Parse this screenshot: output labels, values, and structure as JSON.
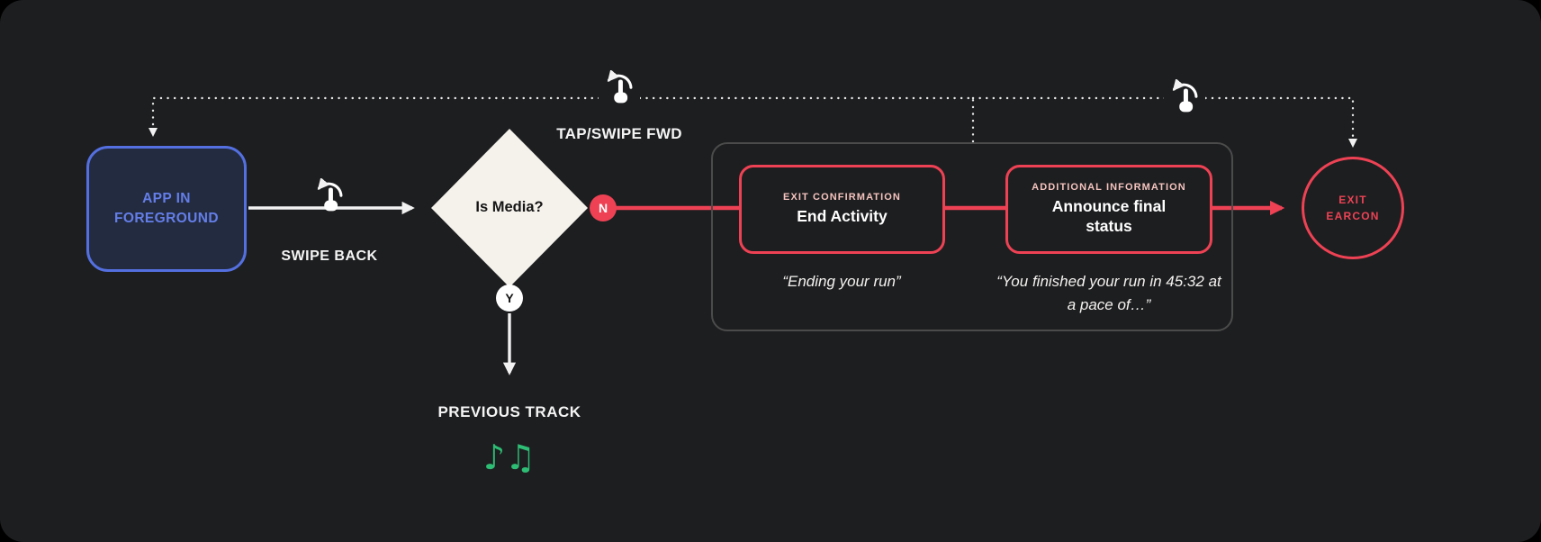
{
  "colors": {
    "background": "#1d1e20",
    "accent_red": "#ee4254",
    "accent_blue": "#5470e0",
    "accent_green": "#2ebd74",
    "tag_pink": "#f6c4bf"
  },
  "flow": {
    "app_box": {
      "label": "APP IN FOREGROUND"
    },
    "swipe_back": {
      "label": "SWIPE BACK"
    },
    "decision": {
      "label": "Is Media?",
      "no_label": "N",
      "yes_label": "Y"
    },
    "tap_swipe_fwd": {
      "label": "TAP/SWIPE FWD"
    },
    "exit_confirmation": {
      "tag": "EXIT CONFIRMATION",
      "title": "End Activity",
      "quote": "“Ending your run”"
    },
    "additional_information": {
      "tag": "ADDITIONAL INFORMATION",
      "title": "Announce final status",
      "quote": "“You finished your run in 45:32 at a pace of…”"
    },
    "exit_earcon": {
      "label": "EXIT EARCON"
    },
    "previous_track": {
      "label": "PREVIOUS TRACK",
      "notes_glyph": "♪♫"
    }
  }
}
